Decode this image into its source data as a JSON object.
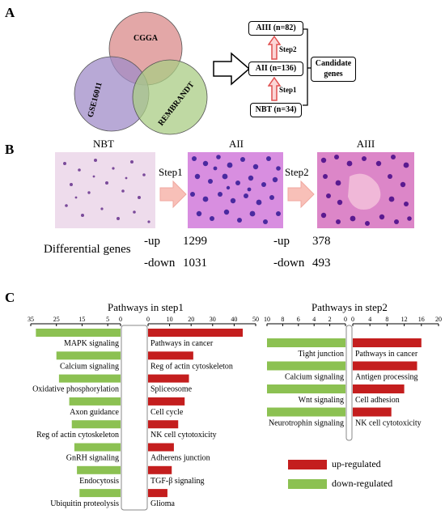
{
  "panelA": {
    "letter": "A",
    "venn": [
      "CGGA",
      "GSE16011",
      "REMBRANDT"
    ],
    "boxes": {
      "aiii": "AIII (n=82)",
      "aii": "AII (n=136)",
      "nbt": "NBT (n=34)",
      "candidate_line1": "Candidate",
      "candidate_line2": "genes"
    },
    "steps": [
      "Step2",
      "Step1"
    ],
    "colors": {
      "cgga": "#d98a8a",
      "gse": "#a08cc8",
      "rembrandt": "#a9cc84",
      "arrow": "#e05050"
    }
  },
  "panelB": {
    "letter": "B",
    "titles": [
      "NBT",
      "AII",
      "AIII"
    ],
    "steps": [
      "Step1",
      "Step2"
    ],
    "diff_label": "Differential genes",
    "up_label": "-up",
    "down_label": "-down",
    "step1_up": "1299",
    "step1_down": "1031",
    "step2_up": "378",
    "step2_down": "493"
  },
  "panelC": {
    "letter": "C",
    "legend": {
      "up": "up-regulated",
      "down": "down-regulated",
      "up_color": "#c41e1e",
      "down_color": "#8cc152"
    }
  },
  "chart_data": [
    {
      "type": "bar",
      "title": "Pathways in step1",
      "down": {
        "name": "down-regulated",
        "categories": [
          "MAPK signaling",
          "Calcium signaling",
          "Oxidative phosphorylation",
          "Axon guidance",
          "Reg of actin cytoskeleton",
          "GnRH signaling",
          "Endocytosis",
          "Ubiquitin proteolysis"
        ],
        "values": [
          33,
          25,
          24,
          20,
          19,
          18,
          17,
          16
        ],
        "ticks": [
          35,
          25,
          15,
          5,
          0
        ],
        "xlim": [
          0,
          35
        ]
      },
      "up": {
        "name": "up-regulated",
        "categories": [
          "Pathways in cancer",
          "Reg of actin cytoskeleton",
          "Spliceosome",
          "Cell cycle",
          "NK cell cytotoxicity",
          "Adherens junction",
          "TGF-β signaling",
          "Glioma"
        ],
        "values": [
          44,
          21,
          19,
          17,
          14,
          12,
          11,
          9
        ],
        "ticks": [
          0,
          10,
          20,
          30,
          40,
          50
        ],
        "xlim": [
          0,
          50
        ]
      }
    },
    {
      "type": "bar",
      "title": "Pathways in step2",
      "down": {
        "name": "down-regulated",
        "categories": [
          "Tight junction",
          "Calcium signaling",
          "Wnt signaling",
          "Neurotrophin signaling"
        ],
        "values": [
          10,
          10,
          10,
          10
        ],
        "ticks": [
          10,
          8,
          6,
          4,
          2,
          0
        ],
        "xlim": [
          0,
          10
        ]
      },
      "up": {
        "name": "up-regulated",
        "categories": [
          "Pathways in cancer",
          "Antigen processing",
          "Cell adhesion",
          "NK cell cytotoxicity"
        ],
        "values": [
          16,
          15,
          12,
          9
        ],
        "ticks": [
          0,
          4,
          8,
          12,
          16,
          20
        ],
        "xlim": [
          0,
          20
        ]
      }
    }
  ]
}
